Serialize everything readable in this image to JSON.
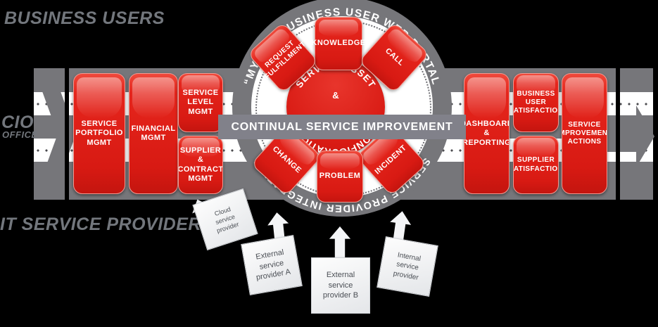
{
  "headings": {
    "business_users": "BUSINESS USERS",
    "cio": "CIO",
    "cio_sub": "OFFICE",
    "it_service_providers": "IT SERVICE PROVIDERS"
  },
  "colors": {
    "red": "#d81a13",
    "red_light": "#ef4a3c",
    "gray_band": "#76767a",
    "gray_ring": "#76767a",
    "csi_band": "#81818a",
    "heading_gray": "#73777d",
    "white": "#ffffff",
    "provider_box": "#eceef0"
  },
  "left_processes": [
    {
      "id": "service-portfolio-mgmt",
      "lines": [
        "SERVICE",
        "PORTFOLIO",
        "MGMT"
      ]
    },
    {
      "id": "financial-mgmt",
      "lines": [
        "FINANCIAL",
        "MGMT"
      ]
    },
    {
      "id": "service-level-mgmt",
      "lines": [
        "SERVICE",
        "LEVEL",
        "MGMT"
      ]
    },
    {
      "id": "supplier-contract-mgmt",
      "lines": [
        "SUPPLIER",
        "&",
        "CONTRACT",
        "MGMT"
      ]
    }
  ],
  "right_processes": [
    {
      "id": "dashboard-reporting",
      "lines": [
        "DASHBOARD",
        "&",
        "REPORTING"
      ]
    },
    {
      "id": "business-user-satisfaction",
      "lines": [
        "BUSINESS",
        "USER",
        "SATISFACTION"
      ]
    },
    {
      "id": "supplier-satisfaction",
      "lines": [
        "SUPPLIER",
        "SATISFACTION"
      ]
    },
    {
      "id": "service-improvement-actions",
      "lines": [
        "SERVICE",
        "IMPROVEMENT",
        "ACTIONS"
      ]
    }
  ],
  "wheel": {
    "top_arc_label": "“MY IT” - BUSINESS USER WEB PORTAL",
    "bottom_arc_label": "SERVICE PROVIDER INTEGRATION",
    "core_top_label": "SERVICE ASSET",
    "core_mid_label": "&",
    "core_bottom_label": "CONFIGURATION",
    "boxes": [
      {
        "id": "knowledge",
        "label": "KNOWLEDGE",
        "rotation": 0
      },
      {
        "id": "request-fulfillment",
        "label": "REQUEST FULFILLMENT",
        "rotation": -42
      },
      {
        "id": "call",
        "label": "CALL",
        "rotation": 42
      },
      {
        "id": "change",
        "label": "CHANGE",
        "rotation": 42
      },
      {
        "id": "incident",
        "label": "INCIDENT",
        "rotation": -42
      },
      {
        "id": "problem",
        "label": "PROBLEM",
        "rotation": 0
      }
    ]
  },
  "csi_band": {
    "label": "CONTINUAL SERVICE IMPROVEMENT"
  },
  "providers": [
    {
      "id": "cloud-service-provider",
      "lines": [
        "Cloud",
        "service",
        "provider"
      ]
    },
    {
      "id": "external-service-provider-a",
      "lines": [
        "External",
        "service",
        "provider A"
      ]
    },
    {
      "id": "external-service-provider-b",
      "lines": [
        "External",
        "service",
        "provider B"
      ]
    },
    {
      "id": "internal-service-provider",
      "lines": [
        "Internal",
        "service",
        "provider"
      ]
    }
  ]
}
